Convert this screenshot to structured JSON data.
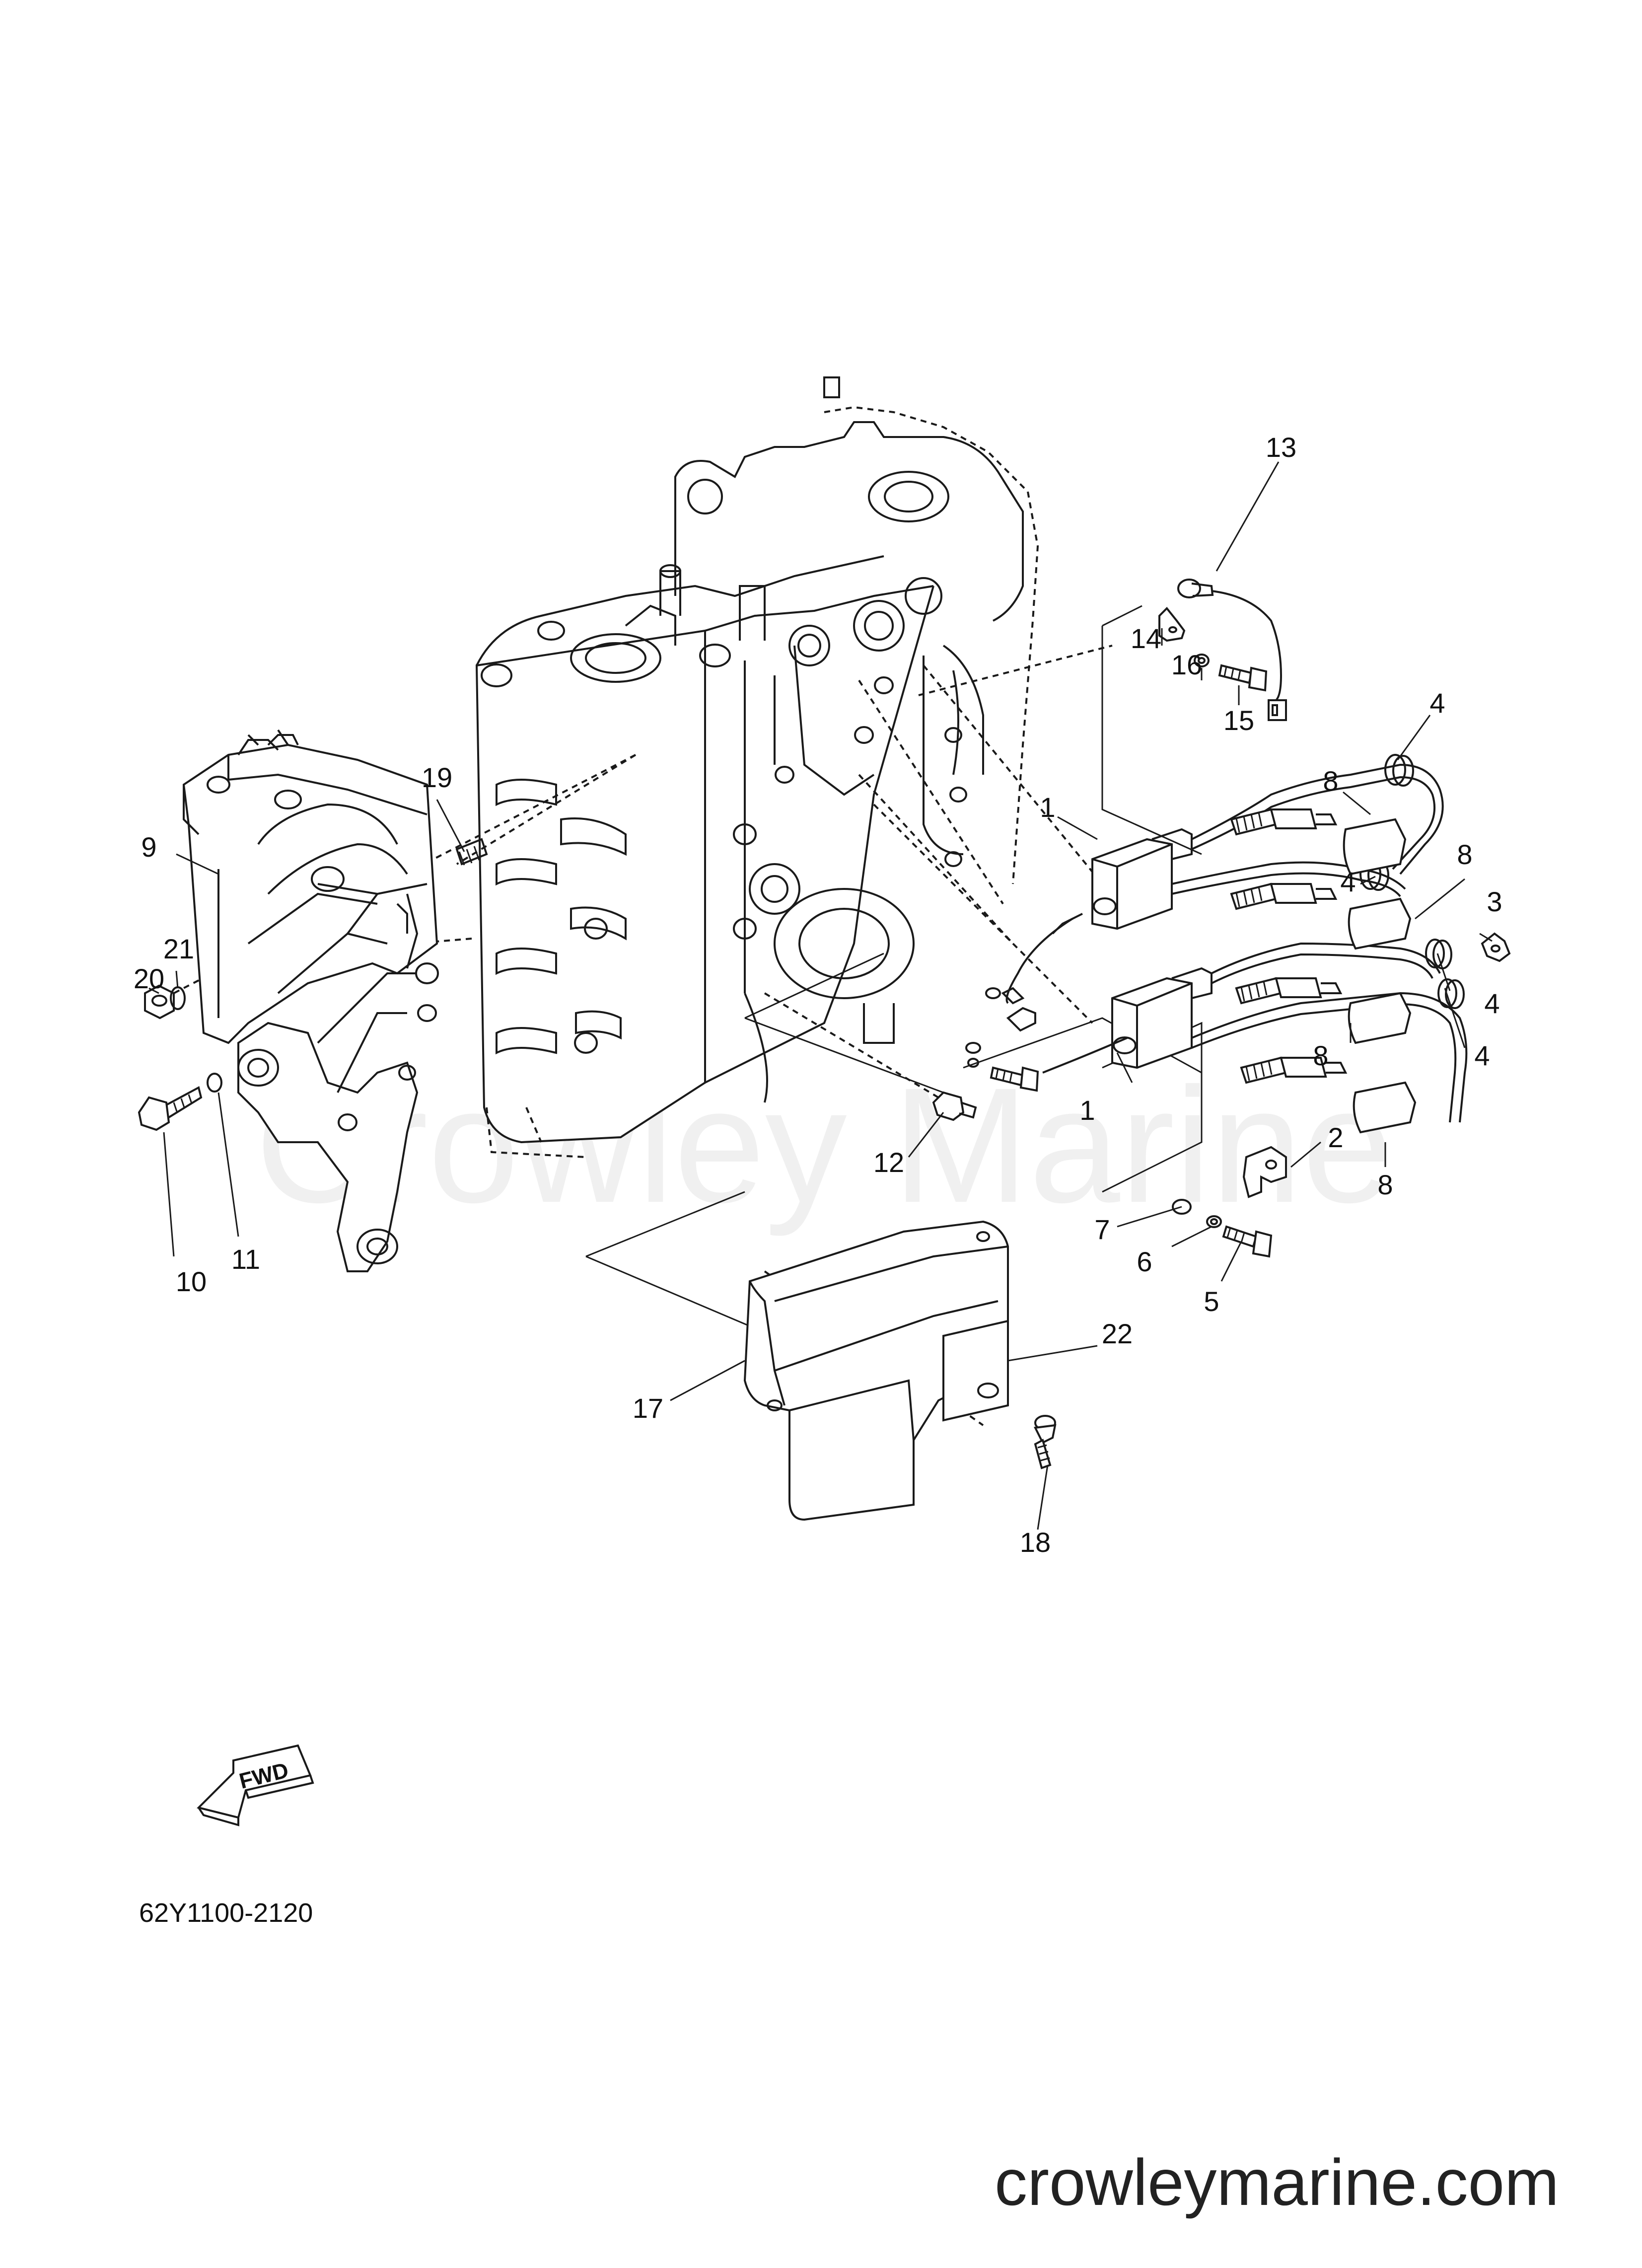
{
  "diagram": {
    "part_code": "62Y1100-2120",
    "direction_arrow_label": "FWD",
    "watermark": "Crowley Marine",
    "site": "crowleymarine.com",
    "callouts": [
      "1",
      "1",
      "2",
      "3",
      "4",
      "4",
      "4",
      "4",
      "5",
      "6",
      "7",
      "8",
      "8",
      "8",
      "8",
      "9",
      "10",
      "11",
      "12",
      "13",
      "14",
      "15",
      "16",
      "17",
      "18",
      "19",
      "20",
      "21",
      "22"
    ]
  }
}
